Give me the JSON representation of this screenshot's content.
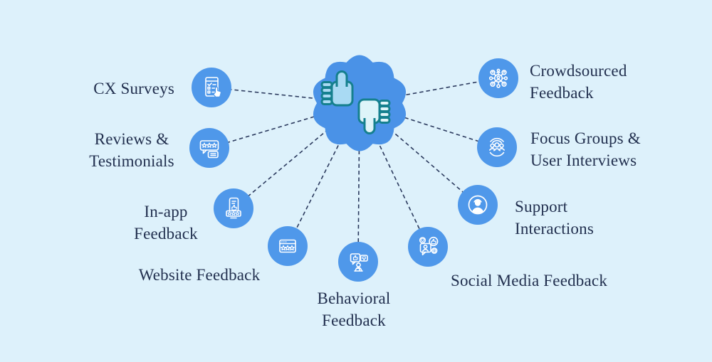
{
  "diagram": {
    "type": "hub-and-spoke",
    "colors": {
      "background": "#ddf1fb",
      "node_circle": "#4f98ea",
      "hub_blob": "#4a92e7",
      "connector_line": "#2b3a5e",
      "label_text": "#22304f",
      "hub_icon_outline": "#15808e",
      "hub_thumb_up_fill": "#a9daf3",
      "hub_thumb_down_fill": "#def4f9",
      "icon_stroke": "#ffffff"
    },
    "hub": {
      "icon": "thumbs-up-down-icon"
    },
    "nodes": [
      {
        "icon": "survey-checklist-icon",
        "lines": [
          "CX Surveys"
        ]
      },
      {
        "icon": "reviews-stars-bubbles-icon",
        "lines": [
          "Reviews &",
          "Testimonials"
        ]
      },
      {
        "icon": "in-app-rating-phone-icon",
        "lines": [
          "In-app",
          "Feedback"
        ]
      },
      {
        "icon": "website-rating-icon",
        "lines": [
          "Website Feedback"
        ]
      },
      {
        "icon": "behavioral-user-chats-icon",
        "lines": [
          "Behavioral",
          "Feedback"
        ]
      },
      {
        "icon": "social-media-engagement-icon",
        "lines": [
          "Social Media Feedback"
        ]
      },
      {
        "icon": "support-agent-headset-icon",
        "lines": [
          "Support",
          "Interactions"
        ]
      },
      {
        "icon": "focus-group-people-icon",
        "lines": [
          "Focus Groups &",
          "User Interviews"
        ]
      },
      {
        "icon": "crowdsourced-network-icon",
        "lines": [
          "Crowdsourced",
          "Feedback"
        ]
      }
    ]
  }
}
